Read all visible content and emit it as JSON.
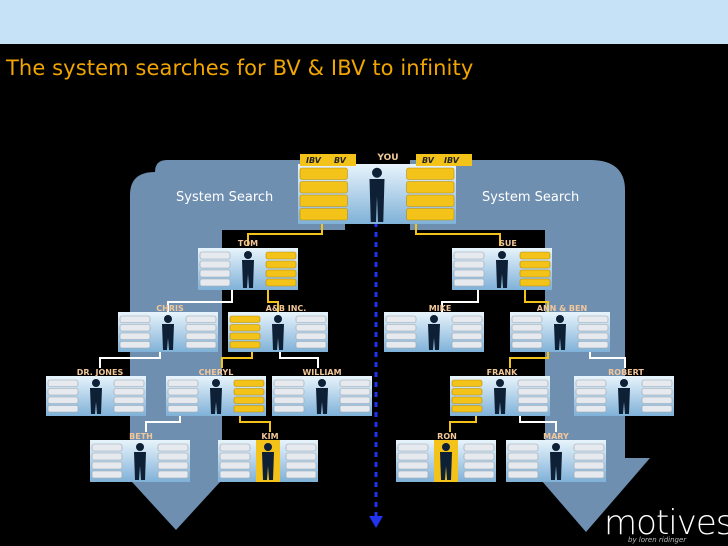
{
  "slide": {
    "title": "The system searches for BV & IBV to infinity",
    "search_label_left": "System Search",
    "search_label_right": "System Search",
    "left_volume_labels": [
      "IBV",
      "BV"
    ],
    "right_volume_labels": [
      "BV",
      "IBV"
    ]
  },
  "tree": {
    "root": "YOU",
    "level1": [
      "TOM",
      "SUE"
    ],
    "level2": [
      "CHRIS",
      "A&B INC.",
      "MIKE",
      "ANN & BEN"
    ],
    "level3": [
      "DR. JONES",
      "CHERYL",
      "WILLIAM",
      "FRANK",
      "ROBERT"
    ],
    "level4": [
      "BETH",
      "KIM",
      "RON",
      "MARY"
    ]
  },
  "brand": {
    "logo": "motives",
    "sub": "by loren ridinger"
  },
  "colors": {
    "accent_orange": "#f0a500",
    "arrow_blue": "#6f8fb1",
    "highlight_yellow": "#f3c31a",
    "connector_white": "#ffffff",
    "dotted_line_blue": "#2233ee",
    "label_peach": "#f2c79a"
  }
}
